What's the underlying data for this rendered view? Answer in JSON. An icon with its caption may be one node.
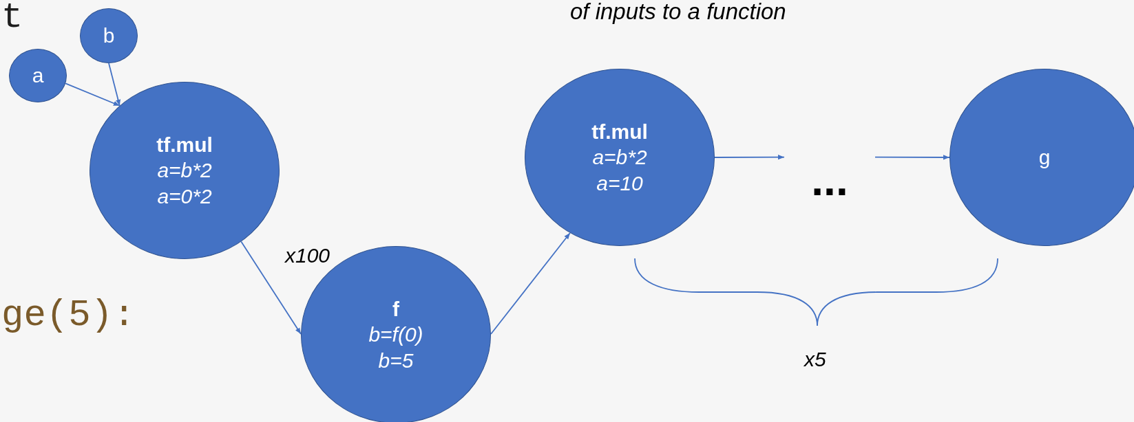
{
  "diagram": {
    "nodes": [
      {
        "text": [
          "a"
        ]
      },
      {
        "text": [
          "b"
        ]
      },
      {
        "text": [
          "tf.mul",
          "a=b*2",
          "a=0*2"
        ]
      },
      {
        "text": [
          "f",
          "b=f(0)",
          "b=5"
        ]
      },
      {
        "text": [
          "tf.mul",
          "a=b*2",
          "a=10"
        ]
      },
      {
        "text": [
          "..."
        ]
      },
      {
        "text": [
          "g"
        ]
      }
    ],
    "edges": [
      {
        "from": 0,
        "to": 2,
        "arrow": "to"
      },
      {
        "from": 1,
        "to": 2,
        "arrow": "to"
      },
      {
        "from": 2,
        "to": 3,
        "arrow": "to",
        "label": "x100"
      },
      {
        "from": 3,
        "to": 4,
        "arrow": "to"
      },
      {
        "from": 4,
        "to": 5,
        "arrow": "to"
      },
      {
        "from": 5,
        "to": 6,
        "arrow": "to"
      }
    ],
    "labels": [
      "t",
      "of inputs to a function",
      "ge(5):",
      "x5"
    ]
  }
}
